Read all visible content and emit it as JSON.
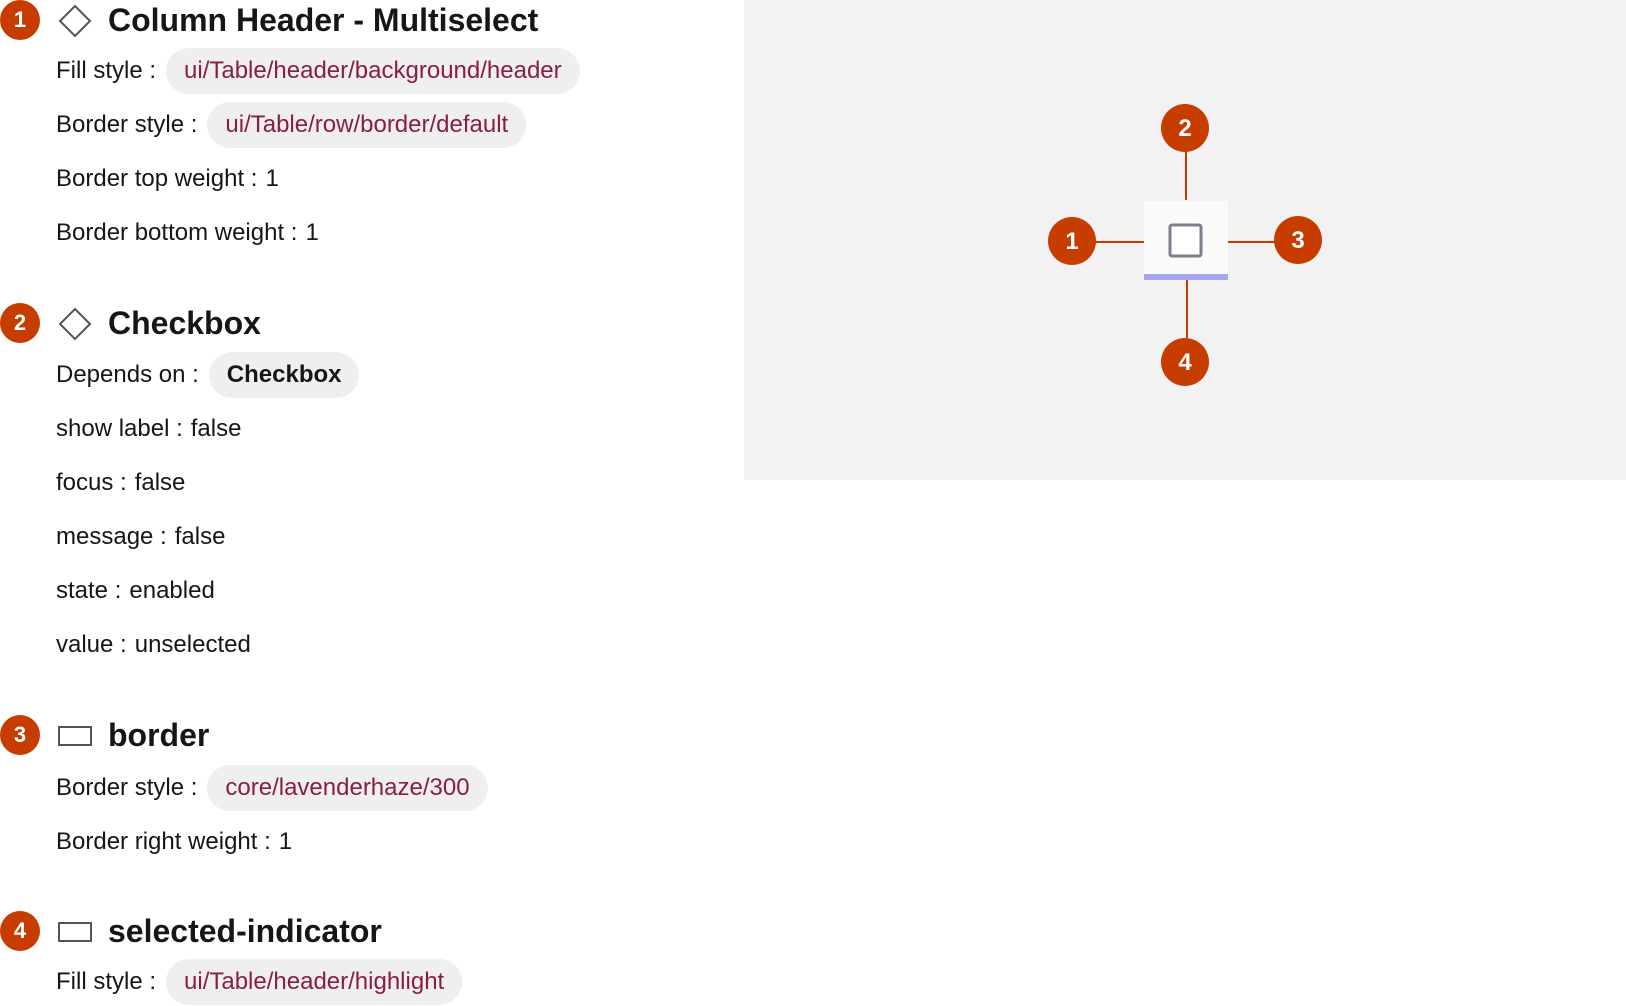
{
  "colors": {
    "badge": "#c73d00",
    "leader": "#c73d00",
    "pill_bg": "#efefef",
    "token_text": "#8a1e42",
    "preview_bg": "#f2f2f2",
    "indicator": "#a6a6f5",
    "checkbox_outline": "#7c7f8c"
  },
  "sections": [
    {
      "number": "1",
      "icon": "diamond-icon",
      "title": "Column Header - Multiselect",
      "props": [
        {
          "label": "Fill style :",
          "pill": "ui/Table/header/background/header"
        },
        {
          "label": "Border style :",
          "pill": "ui/Table/row/border/default"
        },
        {
          "label": "Border top weight :",
          "value": "1"
        },
        {
          "label": "Border bottom weight :",
          "value": "1"
        }
      ]
    },
    {
      "number": "2",
      "icon": "diamond-icon",
      "title": "Checkbox",
      "props": [
        {
          "label": "Depends on :",
          "pill": "Checkbox",
          "pill_style": "dark"
        },
        {
          "label": "show label :",
          "value": "false"
        },
        {
          "label": "focus :",
          "value": "false"
        },
        {
          "label": "message :",
          "value": "false"
        },
        {
          "label": "state :",
          "value": "enabled"
        },
        {
          "label": "value :",
          "value": "unselected"
        }
      ]
    },
    {
      "number": "3",
      "icon": "rectangle-icon",
      "title": "border",
      "props": [
        {
          "label": "Border style :",
          "pill": "core/lavenderhaze/300"
        },
        {
          "label": "Border right weight :",
          "value": "1"
        }
      ]
    },
    {
      "number": "4",
      "icon": "rectangle-icon",
      "title": "selected-indicator",
      "props": [
        {
          "label": "Fill style :",
          "pill": "ui/Table/header/highlight"
        }
      ]
    }
  ],
  "preview": {
    "callouts": [
      {
        "number": "1",
        "side": "left"
      },
      {
        "number": "2",
        "side": "top"
      },
      {
        "number": "3",
        "side": "right"
      },
      {
        "number": "4",
        "side": "bottom"
      }
    ]
  }
}
